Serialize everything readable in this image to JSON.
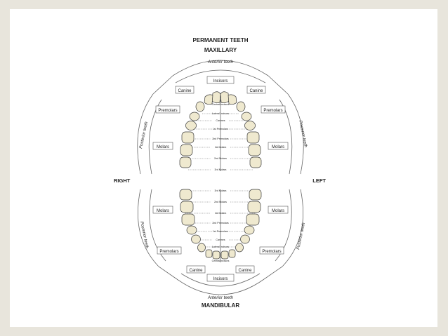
{
  "title": "PERMANENT TEETH",
  "maxillary": "MAXILLARY",
  "mandibular": "MANDIBULAR",
  "right": "RIGHT",
  "left": "LEFT",
  "upper": {
    "anterior": "Anterior teeth",
    "posterior_left": "Posterior teeth",
    "posterior_right": "Posterior teeth",
    "incisors": "Incisors",
    "canine_left": "Canine",
    "canine_right": "Canine",
    "premolars_left": "Premolars",
    "premolars_right": "Premolars",
    "molars_left": "Molars",
    "molars_right": "Molars",
    "labels": [
      "Central incisors",
      "Lateral incisors",
      "Canines",
      "1st Premolars",
      "2nd Premolars",
      "1st Molars",
      "2nd Molars",
      "3rd Molars"
    ]
  },
  "lower": {
    "anterior": "Anterior teeth",
    "posterior_left": "Posterior teeth",
    "posterior_right": "Posterior teeth",
    "incisors": "Incisors",
    "canine_left": "Canine",
    "canine_right": "Canine",
    "premolars_left": "Premolars",
    "premolars_right": "Premolars",
    "molars_left": "Molars",
    "molars_right": "Molars",
    "labels": [
      "3rd Molars",
      "2nd Molars",
      "1st Molars",
      "2nd Premolars",
      "1st Premolars",
      "Canines",
      "Lateral incisors",
      "Central incisors"
    ]
  }
}
